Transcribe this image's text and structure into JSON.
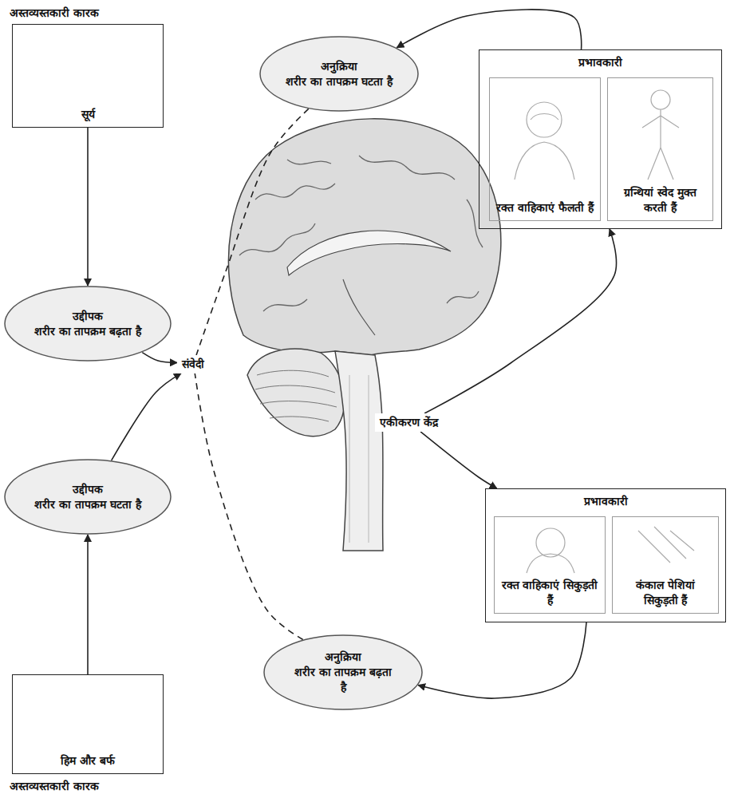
{
  "diagram": {
    "nodes": [
      {
        "text": [
          "अस्तव्यस्तकारी कारक",
          "सूर्य"
        ]
      },
      {
        "text": [
          "उद्दीपक",
          "शरीर का तापक्रम बढ़ता है"
        ]
      },
      {
        "text": [
          "उद्दीपक",
          "शरीर का तापक्रम घटता है"
        ]
      },
      {
        "text": [
          "हिम और बर्फ",
          "अस्तव्यस्तकारी कारक"
        ]
      },
      {
        "text": [
          "संवेदी"
        ]
      },
      {
        "text": [
          "एकीकरण केंद्र"
        ]
      },
      {
        "text": [
          "अनुक्रिया",
          "शरीर का तापक्रम घटता है"
        ]
      },
      {
        "text": [
          "प्रभावकारी"
        ]
      },
      {
        "text": [
          "रक्त वाहिकाएं फैलती हैं"
        ],
        "in": 7
      },
      {
        "text": [
          "ग्रन्थियां स्वेद मुक्त करती हैं"
        ],
        "in": 7
      },
      {
        "text": [
          "प्रभावकारी"
        ]
      },
      {
        "text": [
          "रक्त वाहिकाएं सिकुड़ती हैं"
        ],
        "in": 10
      },
      {
        "text": [
          "कंकाल पेशियां सिकुड़ती हैं"
        ],
        "in": 10
      },
      {
        "text": [
          "अनुक्रिया",
          "शरीर का तापक्रम बढ़ता है"
        ]
      }
    ],
    "edges": [
      {
        "from": 0,
        "to": 1,
        "arrow": "to"
      },
      {
        "from": 3,
        "to": 2,
        "arrow": "to"
      },
      {
        "from": 1,
        "to": 4,
        "arrow": "to"
      },
      {
        "from": 2,
        "to": 4,
        "arrow": "to"
      },
      {
        "from": 5,
        "to": 7,
        "arrow": "to"
      },
      {
        "from": 5,
        "to": 10,
        "arrow": "to"
      },
      {
        "from": 7,
        "to": 6,
        "arrow": "to"
      },
      {
        "from": 10,
        "to": 13,
        "arrow": "to"
      },
      {
        "from": 6,
        "to": 4,
        "arrow": "none"
      },
      {
        "from": 13,
        "to": 4,
        "arrow": "none"
      }
    ]
  }
}
